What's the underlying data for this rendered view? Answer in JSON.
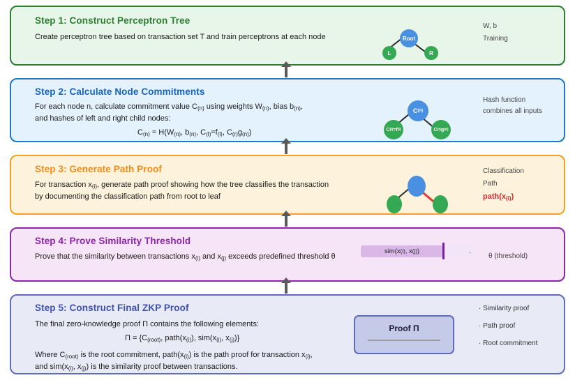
{
  "steps": [
    {
      "title": "Step 1: Construct Perceptron Tree",
      "body_line1": "Create perceptron tree based on transaction set T and train perceptrons at each node",
      "accent": "#2e7d32",
      "background": "#e8f5e9",
      "notes": [
        "W, b",
        "Training"
      ],
      "tree": {
        "root_label": "Root",
        "left_label": "L",
        "right_label": "R"
      }
    },
    {
      "title": "Step 2: Calculate Node Commitments",
      "body_line1": "For each node n, calculate commitment value C(n) using weights W(n), bias b(n),",
      "body_line2": "and hashes of left and right child nodes:",
      "formula": "C(n) = H(W(n), b(n), C(l)=f(l), C(r)g(n))",
      "accent": "#1565c0",
      "background": "#e3f2fd",
      "notes": [
        "Hash function",
        "combines all inputs"
      ],
      "tree": {
        "root_label": "C(n)",
        "left_label": "C(l)=f(l)",
        "right_label": "C(r)g(n)"
      }
    },
    {
      "title": "Step 3: Generate Path Proof",
      "body_line1": "For transaction x(i), generate path proof showing how the tree classifies the transaction",
      "body_line2": "by documenting the classification path from root to leaf",
      "accent": "#ef8b1b",
      "background": "#fdf3dc",
      "notes": [
        "Classification",
        "Path"
      ],
      "highlight_note": "path(x(i))"
    },
    {
      "title": "Step 4: Prove Similarity Threshold",
      "body_line1": "Prove that the similarity between transactions x(i) and x(j) exceeds predefined threshold θ",
      "accent": "#8e24aa",
      "background": "#f6e4f7",
      "sim_label": "sim(x(i), x(j))",
      "threshold_note": "θ (threshold)"
    },
    {
      "title": "Step 5: Construct Final ZKP Proof",
      "body_line1": "The final zero-knowledge proof Π contains the following elements:",
      "formula": "Π = {C(root), path(x(i)), sim(x(i), x(j))}",
      "body_line2": "Where C(root) is the root commitment, path(x(i)) is the path proof for transaction x(i),",
      "body_line3": "and sim(x(i), x(j)) is the similarity proof between transactions.",
      "accent": "#3f51b5",
      "background": "#e8eaf6",
      "proof_box_label": "Proof Π",
      "bullets": [
        "· Similarity proof",
        "· Path proof",
        "· Root commitment"
      ]
    }
  ],
  "colors": {
    "arrow": "#5a5a5a",
    "root_node": "#4a90e2",
    "leaf_node": "#34a853",
    "path_edge": "#e53935",
    "page_background": "#ffffff"
  }
}
